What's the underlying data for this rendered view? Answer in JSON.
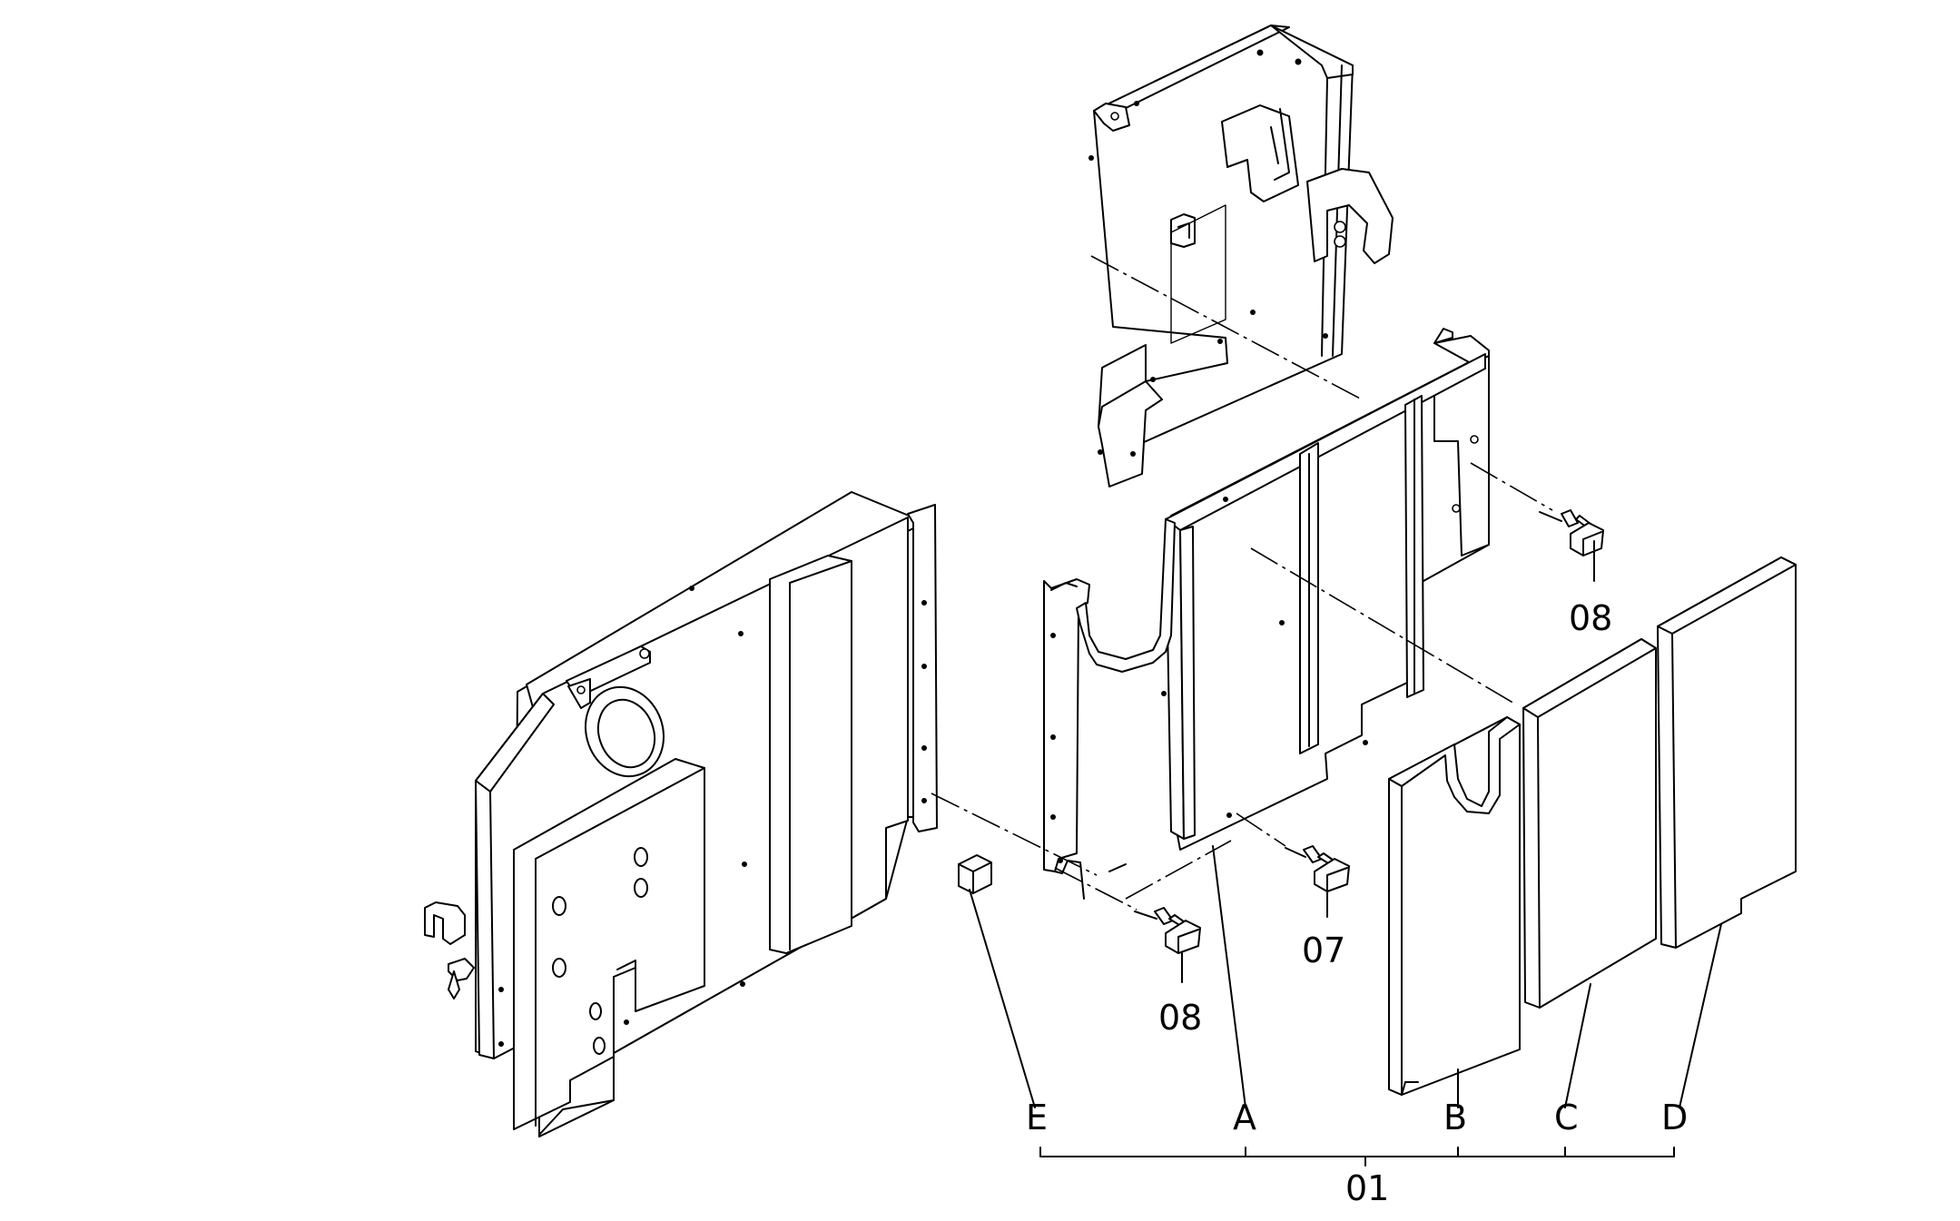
{
  "diagram": {
    "type": "exploded-parts-view",
    "callouts": [
      {
        "id": "callout-08-upper",
        "label": "08"
      },
      {
        "id": "callout-08-lower",
        "label": "08"
      },
      {
        "id": "callout-07",
        "label": "07"
      },
      {
        "id": "callout-E",
        "label": "E"
      },
      {
        "id": "callout-A",
        "label": "A"
      },
      {
        "id": "callout-B",
        "label": "B"
      },
      {
        "id": "callout-C",
        "label": "C"
      },
      {
        "id": "callout-D",
        "label": "D"
      },
      {
        "id": "callout-01",
        "label": "01"
      }
    ],
    "colors": {
      "line": "#000000",
      "background": "#ffffff"
    }
  }
}
